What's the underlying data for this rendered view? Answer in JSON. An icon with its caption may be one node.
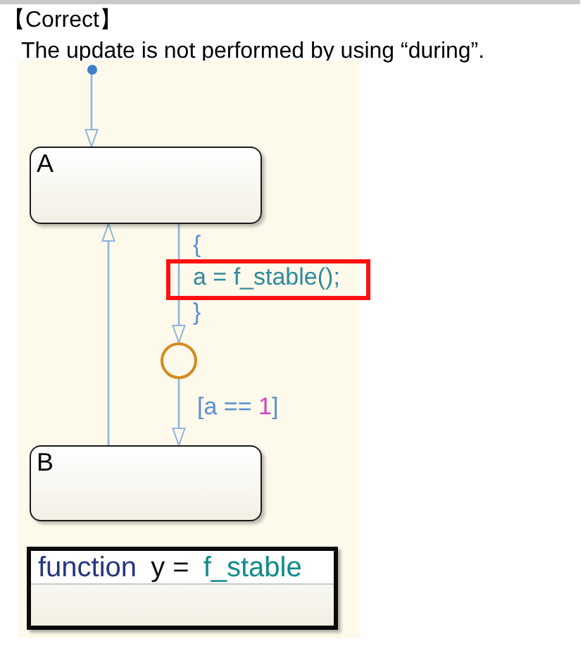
{
  "diagram": {
    "title": "【Correct】",
    "nodes": [
      {
        "text": [],
        "shape": "circle"
      },
      {
        "text": [
          "A"
        ]
      },
      {
        "text": [],
        "shape": "circle"
      },
      {
        "text": [
          "B"
        ]
      },
      {
        "text": [
          "function",
          "y =",
          "f_stable"
        ]
      }
    ],
    "edges": [
      {
        "from": 0,
        "to": 1,
        "arrow": "to"
      },
      {
        "from": 1,
        "to": 2,
        "arrow": "to",
        "label": "{ a = f_stable(); }"
      },
      {
        "from": 2,
        "to": 3,
        "arrow": "to",
        "label": "[a == 1]"
      },
      {
        "from": 3,
        "to": 1,
        "arrow": "to"
      }
    ],
    "labels": [
      "The update is not performed by using “during”."
    ]
  }
}
